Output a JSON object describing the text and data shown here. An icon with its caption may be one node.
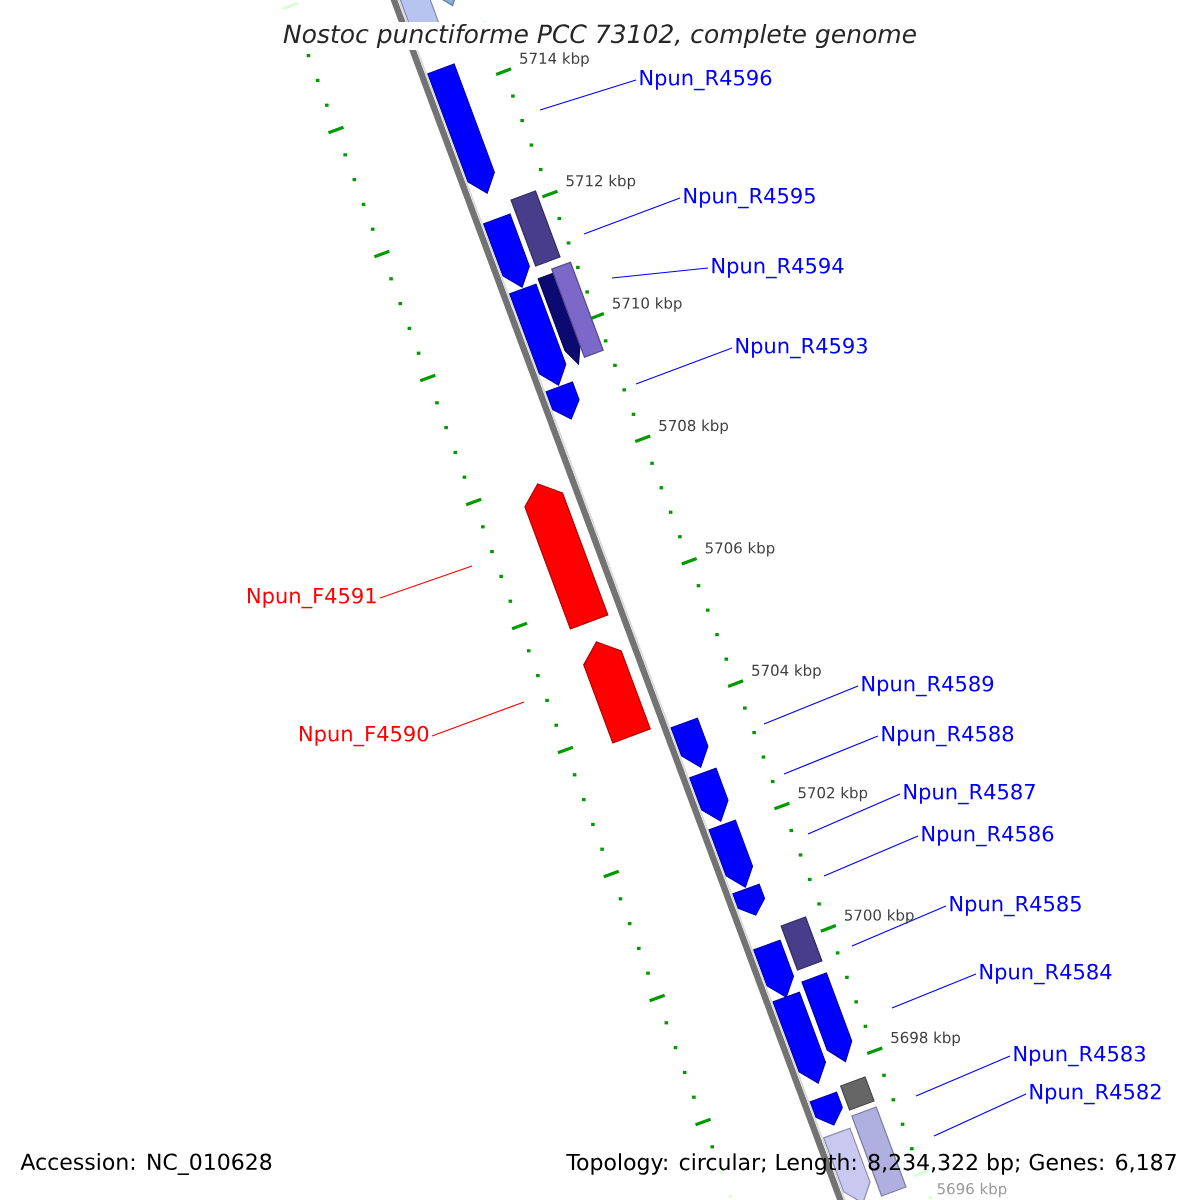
{
  "diagram": {
    "title": "Nostoc punctiforme PCC 73102, complete genome",
    "nodes": [
      {
        "text": [
          "Npun_R4596"
        ]
      },
      {
        "text": [
          "Npun_R4595"
        ]
      },
      {
        "text": [
          "Npun_R4594"
        ]
      },
      {
        "text": [
          "Npun_R4593"
        ]
      },
      {
        "text": [
          "Npun_F4591"
        ]
      },
      {
        "text": [
          "Npun_F4590"
        ]
      },
      {
        "text": [
          "Npun_R4589"
        ]
      },
      {
        "text": [
          "Npun_R4588"
        ]
      },
      {
        "text": [
          "Npun_R4587"
        ]
      },
      {
        "text": [
          "Npun_R4586"
        ]
      },
      {
        "text": [
          "Npun_R4585"
        ]
      },
      {
        "text": [
          "Npun_R4584"
        ]
      },
      {
        "text": [
          "Npun_R4583"
        ]
      },
      {
        "text": [
          "Npun_R4582"
        ]
      }
    ],
    "edges": [
      {
        "from": 0,
        "to": null,
        "arrow": "none"
      },
      {
        "from": 1,
        "to": null,
        "arrow": "none"
      },
      {
        "from": 2,
        "to": null,
        "arrow": "none"
      },
      {
        "from": 3,
        "to": null,
        "arrow": "none"
      },
      {
        "from": 4,
        "to": null,
        "arrow": "none",
        "color": "#ff0000"
      },
      {
        "from": 5,
        "to": null,
        "arrow": "none",
        "color": "#ff0000"
      },
      {
        "from": 6,
        "to": null,
        "arrow": "none"
      },
      {
        "from": 7,
        "to": null,
        "arrow": "none"
      },
      {
        "from": 8,
        "to": null,
        "arrow": "none"
      },
      {
        "from": 9,
        "to": null,
        "arrow": "none"
      },
      {
        "from": 10,
        "to": null,
        "arrow": "none"
      },
      {
        "from": 11,
        "to": null,
        "arrow": "none"
      },
      {
        "from": 12,
        "to": null,
        "arrow": "none"
      },
      {
        "from": 13,
        "to": null,
        "arrow": "none"
      }
    ],
    "labels": [
      "5714 kbp",
      "5712 kbp",
      "5710 kbp",
      "5708 kbp",
      "5706 kbp",
      "5704 kbp",
      "5702 kbp",
      "5700 kbp",
      "5698 kbp",
      "5696 kbp",
      "Accession: NC_010628",
      "Topology: circular; Length: 8,234,322 bp; Genes: 6,187"
    ]
  }
}
